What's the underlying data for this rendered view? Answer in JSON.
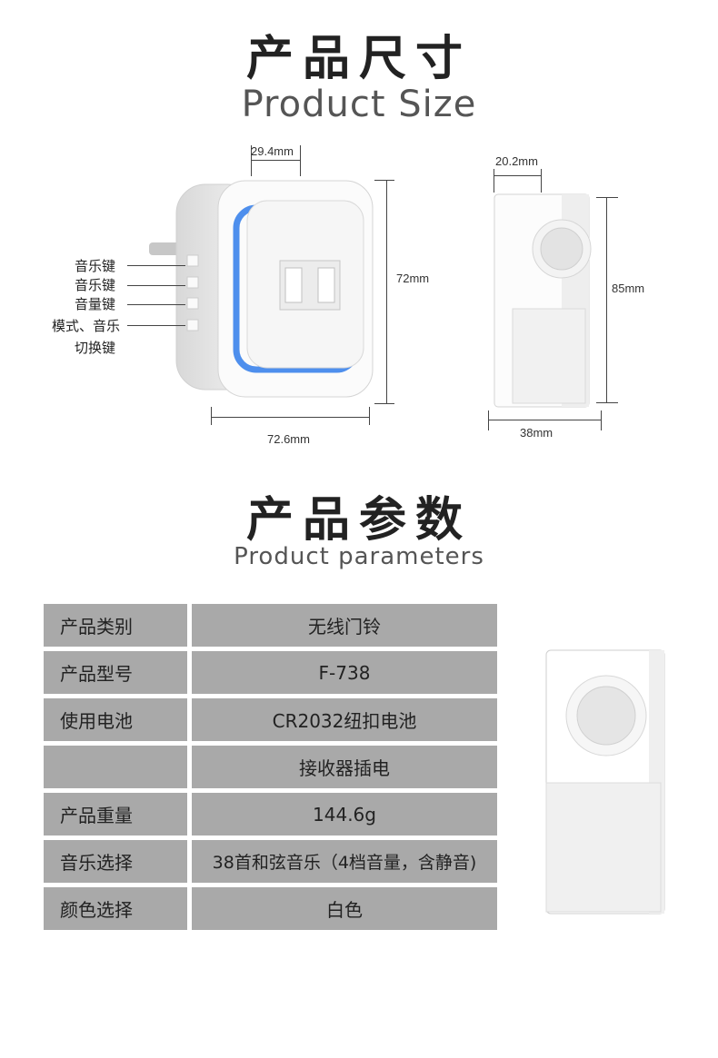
{
  "size_section": {
    "title_cn": "产品尺寸",
    "title_en": "Product Size",
    "receiver": {
      "depth": "29.4mm",
      "height": "72mm",
      "width": "72.6mm",
      "buttons": [
        "音乐键",
        "音乐键",
        "音量键",
        "模式、音乐",
        "切换键"
      ]
    },
    "transmitter": {
      "depth": "20.2mm",
      "height": "85mm",
      "width": "38mm"
    }
  },
  "params_section": {
    "title_cn": "产品参数",
    "title_en": "Product parameters",
    "rows": [
      {
        "key": "产品类别",
        "value": "无线门铃"
      },
      {
        "key": "产品型号",
        "value": "F-738"
      },
      {
        "key": "使用电池",
        "value": "CR2032纽扣电池"
      },
      {
        "key": "",
        "value": "接收器插电"
      },
      {
        "key": "产品重量",
        "value": "144.6g"
      },
      {
        "key": "音乐选择",
        "value": "38首和弦音乐（4档音量，含静音)"
      },
      {
        "key": "颜色选择",
        "value": "白色"
      }
    ]
  },
  "colors": {
    "accent_glow": "#2f7bea",
    "table_cell": "#a9a9a9"
  }
}
